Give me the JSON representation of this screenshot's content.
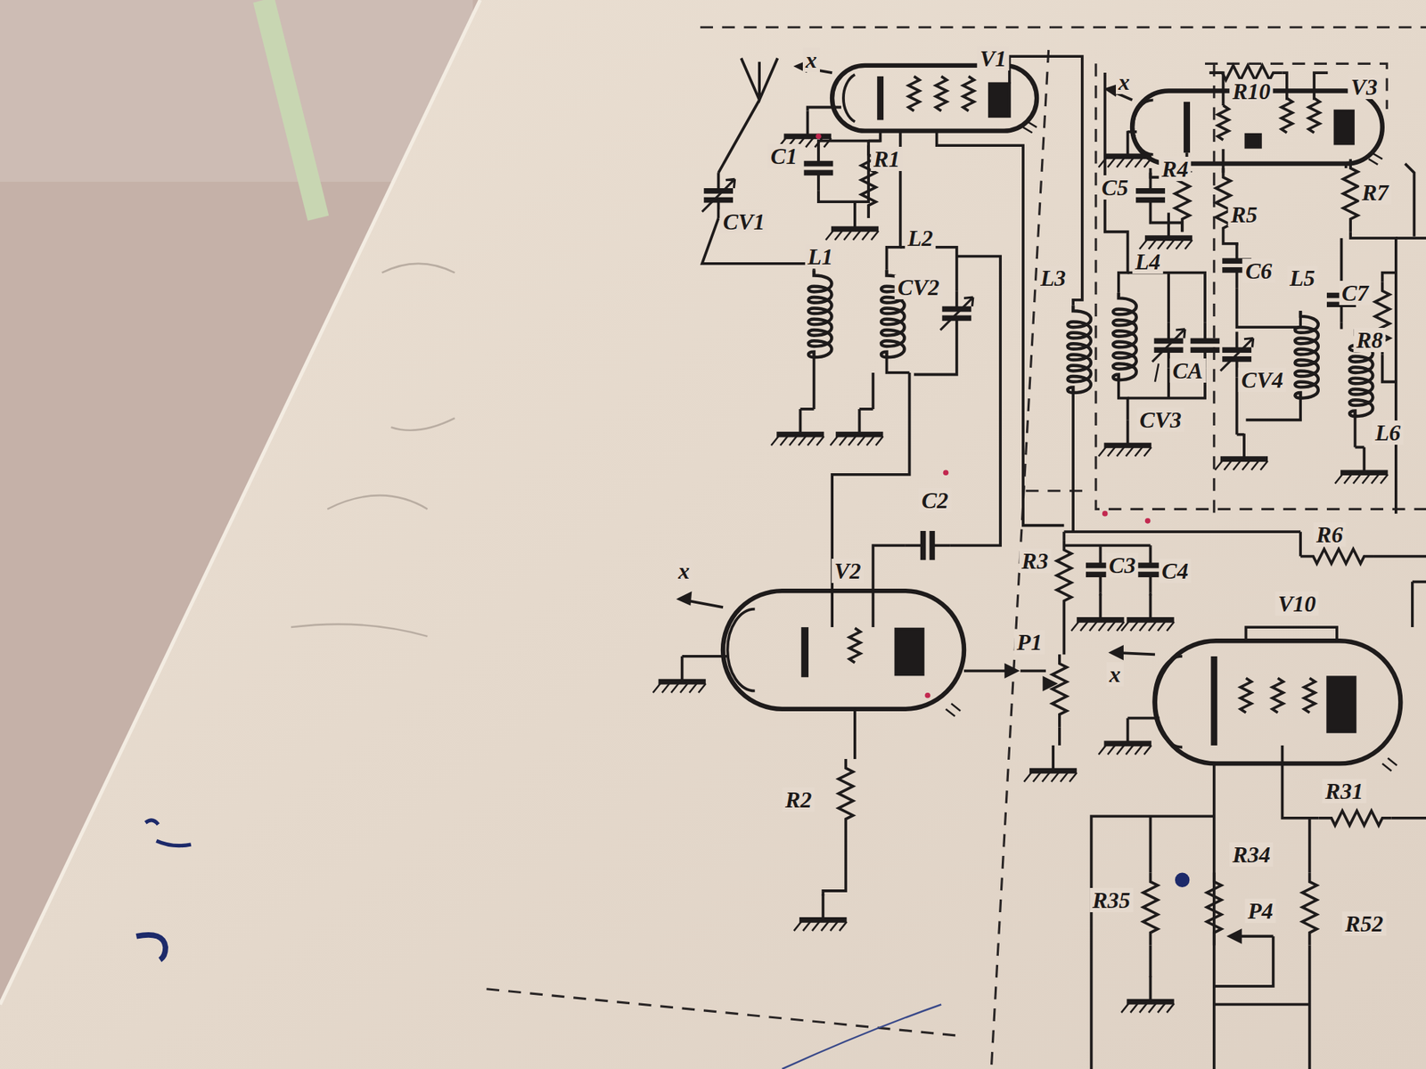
{
  "diagram": {
    "labels": [
      "x",
      "V1",
      "C1",
      "R1",
      "CV1",
      "L2",
      "L1",
      "CV2",
      "C2",
      "x",
      "V2",
      "R2",
      "L3",
      "R3",
      "C3",
      "C4",
      "P1",
      "R6",
      "x",
      "R10",
      "V3",
      "C5",
      "R4",
      "R5",
      "R7",
      "C6",
      "L4",
      "L5",
      "C7",
      "R8",
      "CA",
      "CV3",
      "CV4",
      "L6",
      "V10",
      "x",
      "R31",
      "R34",
      "R35",
      "P4",
      "R52"
    ]
  }
}
